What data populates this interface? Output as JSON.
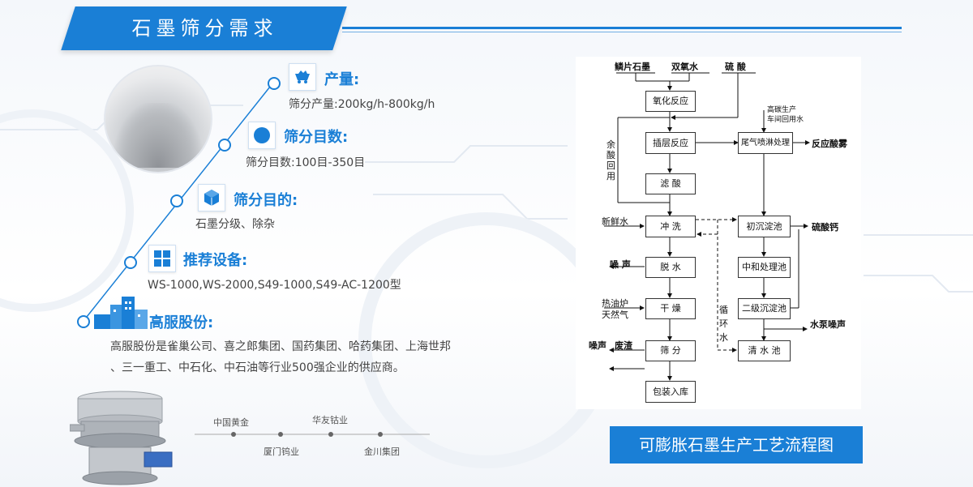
{
  "banner": {
    "title": "石墨筛分需求"
  },
  "items": [
    {
      "heading": "产量:",
      "text": "筛分产量:200kg/h-800kg/h",
      "icon": "mine-cart-icon"
    },
    {
      "heading": "筛分目数:",
      "text": "筛分目数:100目-350目",
      "icon": "mesh-circle-icon"
    },
    {
      "heading": "筛分目的:",
      "text": "石墨分级、除杂",
      "icon": "cube-icon"
    },
    {
      "heading": "推荐设备:",
      "text": "WS-1000,WS-2000,S49-1000,S49-AC-1200型",
      "icon": "grid-icon"
    },
    {
      "heading": "高服股份:",
      "text1": "高服股份是雀巢公司、喜之郎集团、国药集团、哈药集团、上海世邦",
      "text2": "、三一重工、中石化、中石油等行业500强企业的供应商。",
      "icon": "factory-icon"
    }
  ],
  "partners": {
    "p1": "中国黄金",
    "p2": "华友钴业",
    "p3": "厦门钨业",
    "p4": "金川集团"
  },
  "flow": {
    "title": "可膨胀石墨生产工艺流程图",
    "in_graphite": "鳞片石墨",
    "in_h2o2": "双氧水",
    "in_acid": "硫 酸",
    "oxidation": "氧化反应",
    "intercalation": "插层反应",
    "filter_acid": "滤 酸",
    "wash": "冲 洗",
    "dewater": "脱 水",
    "dry": "干 燥",
    "screen": "筛 分",
    "pack": "包装入库",
    "tail_gas": "尾气喷淋处理",
    "acid_mist": "反应酸雾",
    "recycle_water_1": "高碳生产",
    "recycle_water_2": "车间回用水",
    "residual_acid": "余酸回用",
    "primary_pond": "初沉淀池",
    "gypsum": "硫酸钙",
    "neutral_pond": "中和处理池",
    "secondary_pond": "二级沉淀池",
    "clear_pond": "清 水 池",
    "pump_noise": "水泵噪声",
    "circulating_water": "循环水",
    "fresh_water": "新鲜水",
    "noise1": "噪 声",
    "heat_oil_1": "热油炉",
    "heat_oil_2": "天然气",
    "noise2": "噪声",
    "waste": "废渣"
  }
}
